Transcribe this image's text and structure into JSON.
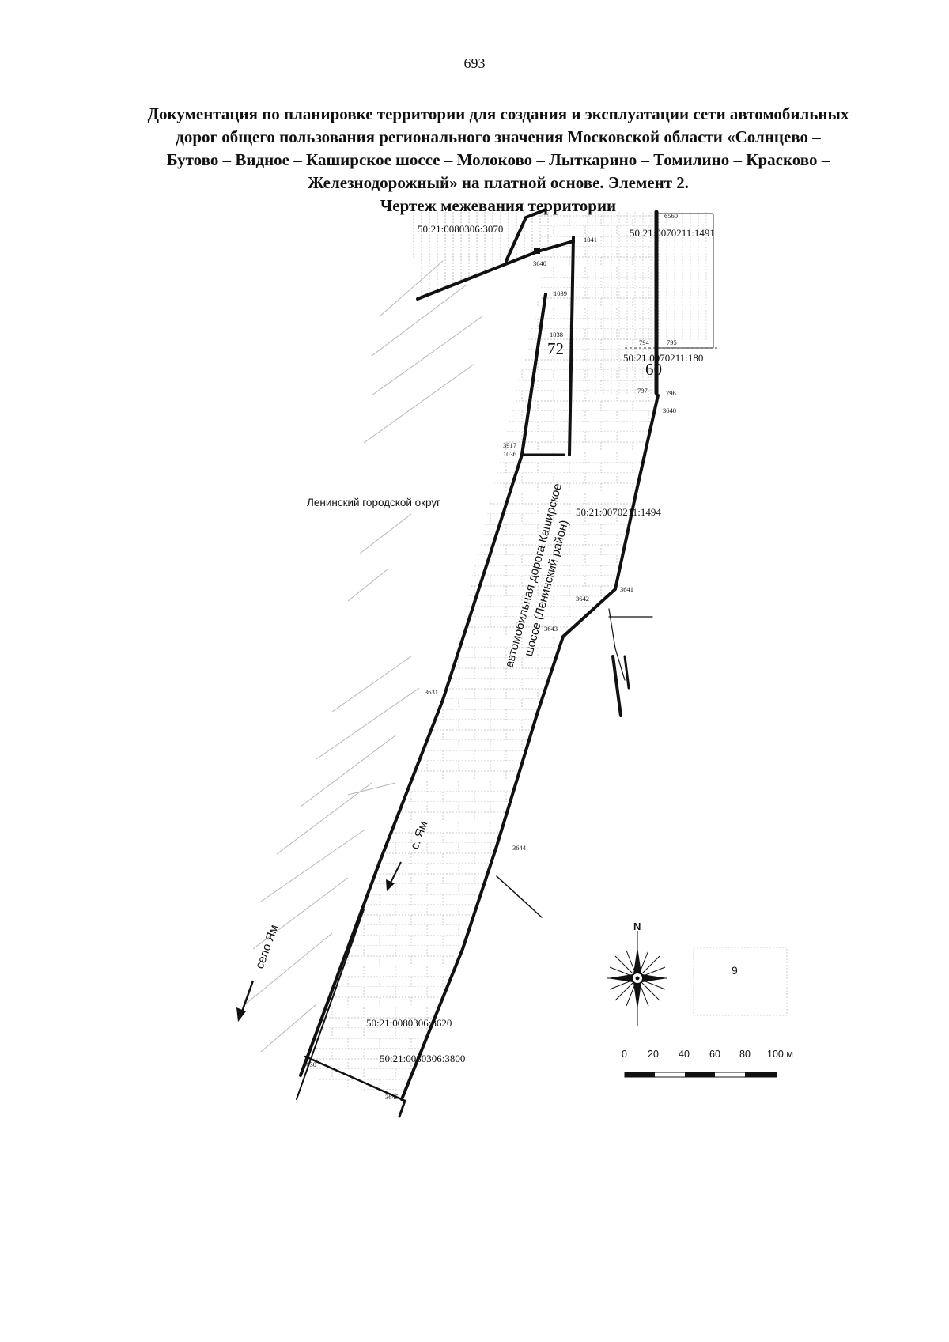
{
  "page_number": "693",
  "title_lines": [
    "Документация по планировке территории для создания и эксплуатации сети автомобильных",
    "дорог общего пользования регионального значения Московской области «Солнцево –",
    "Бутово – Видное – Каширское шоссе – Молоково – Лыткарино – Томилино – Красково –",
    "Железнодорожный» на платной основе. Элемент 2."
  ],
  "subtitle": "Чертеж межевания территории",
  "map": {
    "parcels": {
      "p3070": "50:21:0080306:3070",
      "p1491": "50:21:0070211:1491",
      "p180": "50:21:0070211:180",
      "p1494": "50:21:0070211:1494",
      "p3620": "50:21:0080306:3620",
      "p3800": "50:21:0080306:3800"
    },
    "zone_numbers": {
      "z72": "72",
      "z60": "60",
      "z9": "9"
    },
    "district_label": "Ленинский городской округ",
    "road_label_line1": "автомобильная дорога Каширское",
    "road_label_line2": "шоссе (Ленинский район)",
    "direction_small": "с. Ям",
    "direction_large": "село Ям",
    "points": {
      "pt1041": "1041",
      "pt3640a": "3640",
      "pt1039": "1039",
      "pt1038": "1038",
      "pt3917": "3917",
      "pt1036": "1036",
      "pt6560": "6560",
      "pt794": "794",
      "pt795": "795",
      "pt797": "797",
      "pt796": "796",
      "pt3640b": "3640",
      "pt3641": "3641",
      "pt3642": "3642",
      "pt3643": "3643",
      "pt3631": "3631",
      "pt3644": "3644",
      "pt3630": "3630",
      "pt3645": "3645"
    },
    "compass_letter": "N",
    "scale": {
      "ticks": [
        "0",
        "20",
        "40",
        "60",
        "80",
        "100 м"
      ]
    }
  }
}
